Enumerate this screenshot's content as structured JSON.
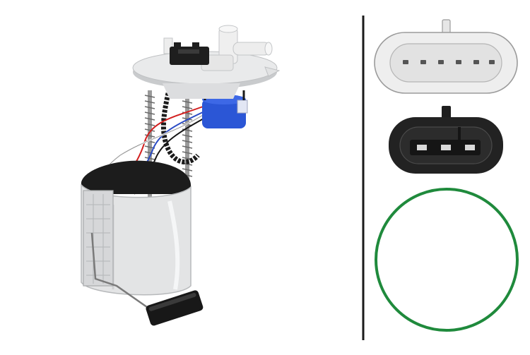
{
  "scene": {
    "background": "#ffffff",
    "divider_color": "#1a1a1a",
    "colors": {
      "flange": "#e9eaeb",
      "flange_shadow": "#c9cbcd",
      "housing": "#e3e4e5",
      "housing_dark": "#b7b9bb",
      "bowl_black": "#1c1c1c",
      "blue_regulator": "#2b56d6",
      "spring": "#8a8a8a",
      "wire_red": "#d21f1f",
      "wire_blue": "#2a4bc4",
      "wire_white": "#f4f4f4",
      "wire_black": "#151515",
      "connector_white": "#eeeeee",
      "connector_black": "#222222",
      "pin": "#555555",
      "o_ring": "#1f8a3c",
      "float_black": "#181818"
    },
    "components": [
      {
        "name": "fuel-pump-module",
        "description_icon": "fuel-pump-module-illustration"
      },
      {
        "name": "white-6-pin-connector",
        "description_icon": "connector-white-icon"
      },
      {
        "name": "black-3-pin-connector",
        "description_icon": "connector-black-icon"
      },
      {
        "name": "green-o-ring-seal",
        "description_icon": "o-ring-icon"
      }
    ]
  }
}
